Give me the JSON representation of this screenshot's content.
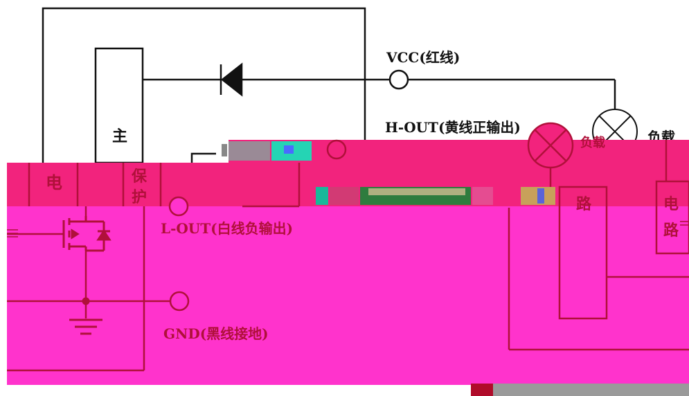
{
  "labels": {
    "vcc": "VCC(红线)",
    "h_out": "H-OUT(黄线正输出)",
    "l_out": "L-OUT(白线负输出)",
    "gnd": "GND(黑线接地)",
    "main": "主",
    "dian": "电",
    "baohu1": "保",
    "baohu2": "护",
    "lu": "路",
    "fuzai1": "负载",
    "fuzai2": "负载",
    "right_dian": "电",
    "right_lu": "路"
  },
  "colors": {
    "line_black": "#111111",
    "line_red": "#b0103a",
    "magenta": "#ff33cc",
    "pink_band": "#f2237d",
    "text_black": "#111111",
    "text_red": "#b0103a"
  }
}
